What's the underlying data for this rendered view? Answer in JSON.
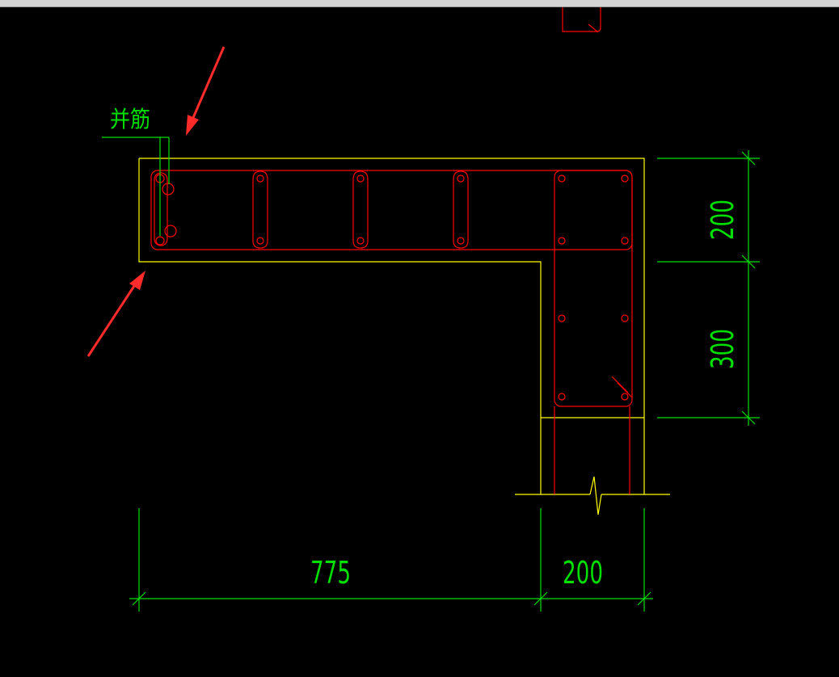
{
  "labels": {
    "rebar_note": "并筋"
  },
  "dimensions": {
    "flange_width": "775",
    "web_width": "200",
    "flange_height": "200",
    "web_extension": "300"
  },
  "colors": {
    "background": "#000000",
    "concrete_outline": "#ffff00",
    "rebar": "#ff0000",
    "dimension": "#00e000",
    "arrow": "#ff2a2a"
  },
  "icons": [
    "red-pointer-arrow",
    "break-line"
  ]
}
